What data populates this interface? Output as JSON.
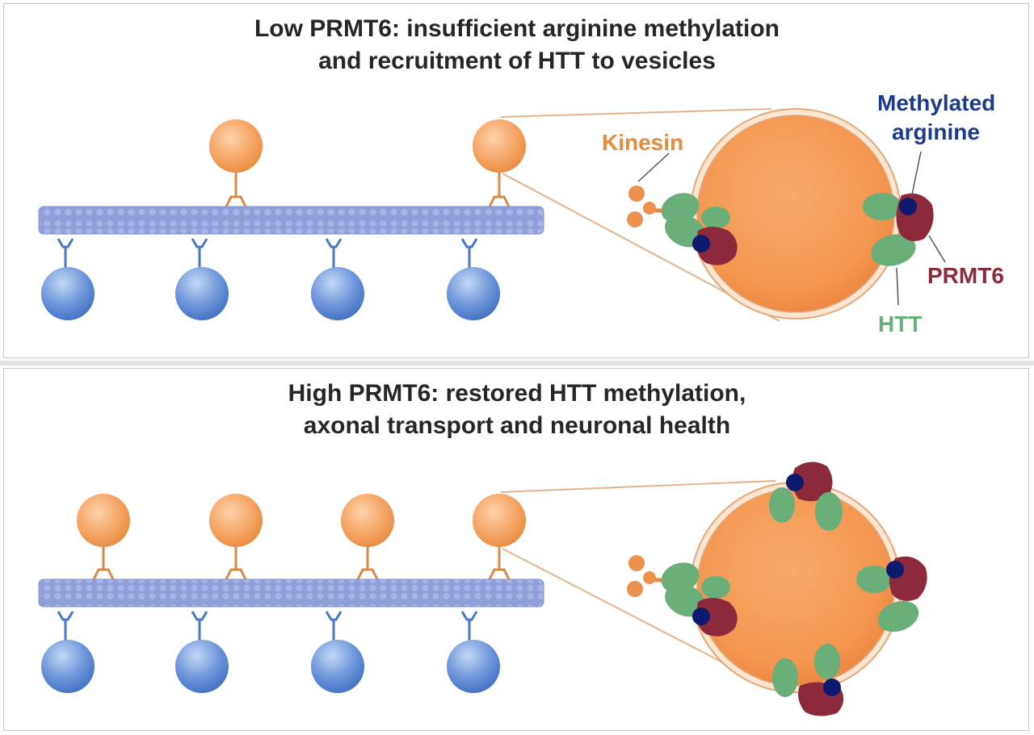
{
  "panels": {
    "low": {
      "title_line1": "Low PRMT6: insufficient arginine methylation",
      "title_line2": "and recruitment of HTT  to vesicles"
    },
    "high": {
      "title_line1": "High PRMT6: restored HTT methylation,",
      "title_line2": "axonal transport and neuronal health"
    }
  },
  "labels": {
    "kinesin": "Kinesin",
    "methylated_line1": "Methylated",
    "methylated_line2": "arginine",
    "prmt6": "PRMT6",
    "htt": "HTT"
  },
  "colors": {
    "vesicle_orange": "#f0a060",
    "microtubule_blue": "#8c9bd8",
    "dynein_blue": "#5b86d0",
    "htt_green": "#6aae7a",
    "prmt6_maroon": "#8c2a3c",
    "arginine_navy": "#0d1a6e",
    "kinesin_label": "#e88a3c",
    "methylated_label": "#1e3a8a",
    "prmt6_label": "#8c2a3c",
    "htt_label": "#6aae7a"
  }
}
